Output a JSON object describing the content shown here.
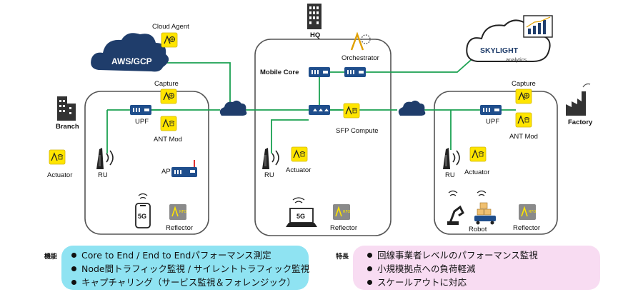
{
  "sites": {
    "hq": "HQ",
    "branch": "Branch",
    "factory": "Factory"
  },
  "cloud": {
    "aws_gcp": "AWS/GCP",
    "cloud_agent": "Cloud Agent",
    "skylight_brand": "SKYLIGHT",
    "skylight_sub": "analytics"
  },
  "hq": {
    "mobile_core": "Mobile Core",
    "orchestrator": "Orchestrator",
    "sfp_compute": "SFP Compute",
    "ru": "RU",
    "actuator": "Actuator",
    "laptop_badge": "5G",
    "reflector": "Reflector"
  },
  "branch": {
    "capture": "Capture",
    "upf": "UPF",
    "ant_mod": "ANT Mod",
    "ru": "RU",
    "ap": "AP",
    "phone_badge": "5G",
    "reflector": "Reflector",
    "actuator_outside": "Actuator"
  },
  "factory": {
    "capture": "Capture",
    "upf": "UPF",
    "ant_mod": "ANT Mod",
    "ru": "RU",
    "actuator": "Actuator",
    "robot": "Robot",
    "reflector": "Reflector"
  },
  "features_left": {
    "label": "機能",
    "items": [
      "Core to End / End to Endパフォーマンス測定",
      "Node間トラフィック監視 / サイレントトラフィック監視",
      "キャプチャリング（サービス監視＆フォレンジック）"
    ]
  },
  "features_right": {
    "label": "特長",
    "items": [
      "回線事業者レベルのパフォーマンス監視",
      "小規模拠点への負荷軽減",
      "スケールアウトに対応"
    ]
  },
  "colors": {
    "link": "#1aa050",
    "device_blue": "#1f4e8c",
    "module_yellow": "#ffe500",
    "cloud_navy": "#1f3d6b",
    "features_left_bg": "#8fe3f2",
    "features_right_bg": "#f8dcf2"
  }
}
